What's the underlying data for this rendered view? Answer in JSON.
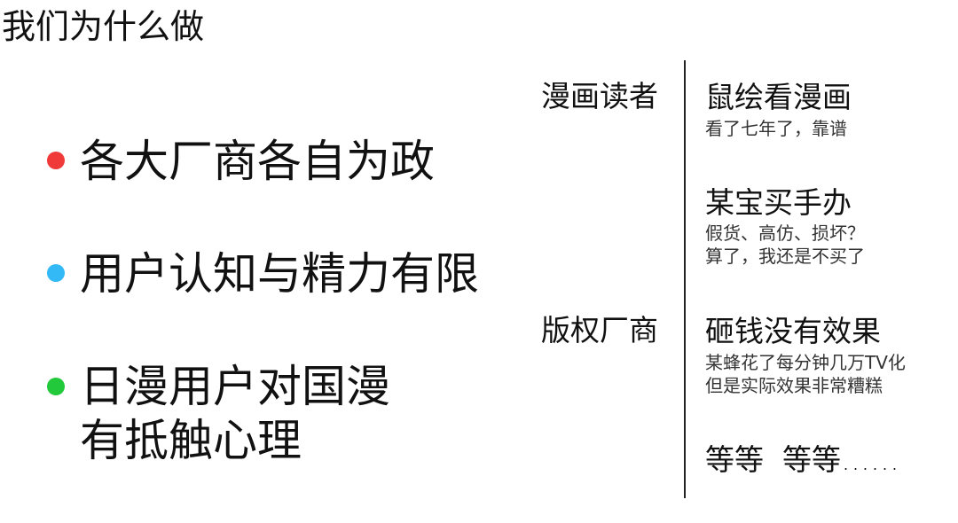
{
  "title": "我们为什么做",
  "bullets": [
    {
      "text": "各大厂商各自为政",
      "color": "#f03a3a"
    },
    {
      "text": "用户认知与精力有限",
      "color": "#33b9f5"
    },
    {
      "text_line1": "日漫用户对国漫",
      "text_line2": "有抵触心理",
      "color": "#22c93a"
    }
  ],
  "labels": [
    "漫画读者",
    "版权厂商"
  ],
  "right": [
    {
      "heading": "鼠绘看漫画",
      "sub": [
        "看了七年了，靠谱"
      ]
    },
    {
      "heading": "某宝买手办",
      "sub": [
        "假货、高仿、损坏？",
        "算了，我还是不买了"
      ]
    },
    {
      "heading": "砸钱没有效果",
      "sub": [
        "某蜂花了每分钟几万TV化",
        "但是实际效果非常糟糕"
      ]
    },
    {
      "heading": "等等  等等……"
    }
  ]
}
